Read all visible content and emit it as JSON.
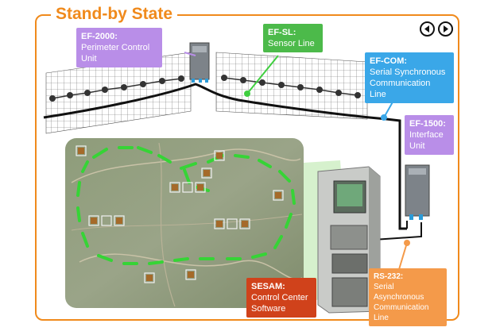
{
  "title": "Stand-by State",
  "nav": {
    "prev_icon": "circle-arrow-left-icon",
    "next_icon": "circle-arrow-right-icon"
  },
  "callouts": {
    "ef2000": {
      "head": "EF-2000:",
      "line1": "Perimeter Control",
      "line2": "Unit",
      "color": "#b98ee8"
    },
    "efsl": {
      "head": "EF-SL:",
      "line1": "Sensor Line",
      "color": "#4cba4a"
    },
    "efcom": {
      "head": "EF-COM:",
      "line1": "Serial Synchronous",
      "line2": "Communication Line",
      "color": "#3aa7e8"
    },
    "ef1500": {
      "head": "EF-1500:",
      "line1": "Interface",
      "line2": "Unit",
      "color": "#b98ee8"
    },
    "rs232": {
      "head": "RS-232:",
      "line1": "Serial Asynchronous",
      "line2": "Communication Line",
      "color": "#f49a4a"
    },
    "sesam": {
      "head": "SESAM:",
      "line1": "Control Center",
      "line2": "Software",
      "color": "#d0421b"
    }
  },
  "colors": {
    "frame": "#f08a1c",
    "sensor": "#3fcf3f"
  }
}
